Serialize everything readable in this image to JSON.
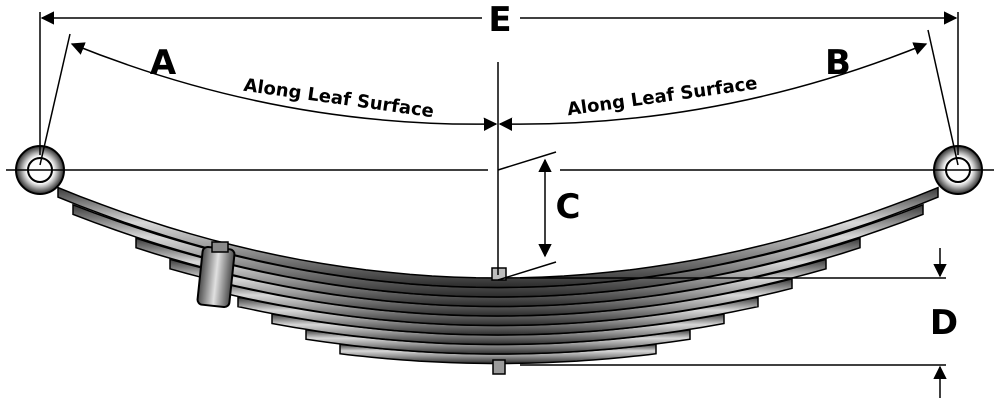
{
  "diagram": {
    "labels": {
      "a": "A",
      "b": "B",
      "c": "C",
      "d": "D",
      "e": "E"
    },
    "surface_text_left": "Along Leaf Surface",
    "surface_text_right": "Along Leaf Surface",
    "leaf_count": 9,
    "colors": {
      "line": "#000000",
      "leaf_dark": "#2a2a2a",
      "leaf_mid": "#8a8a8a",
      "leaf_light": "#e6e6e6",
      "background": "#ffffff"
    }
  }
}
